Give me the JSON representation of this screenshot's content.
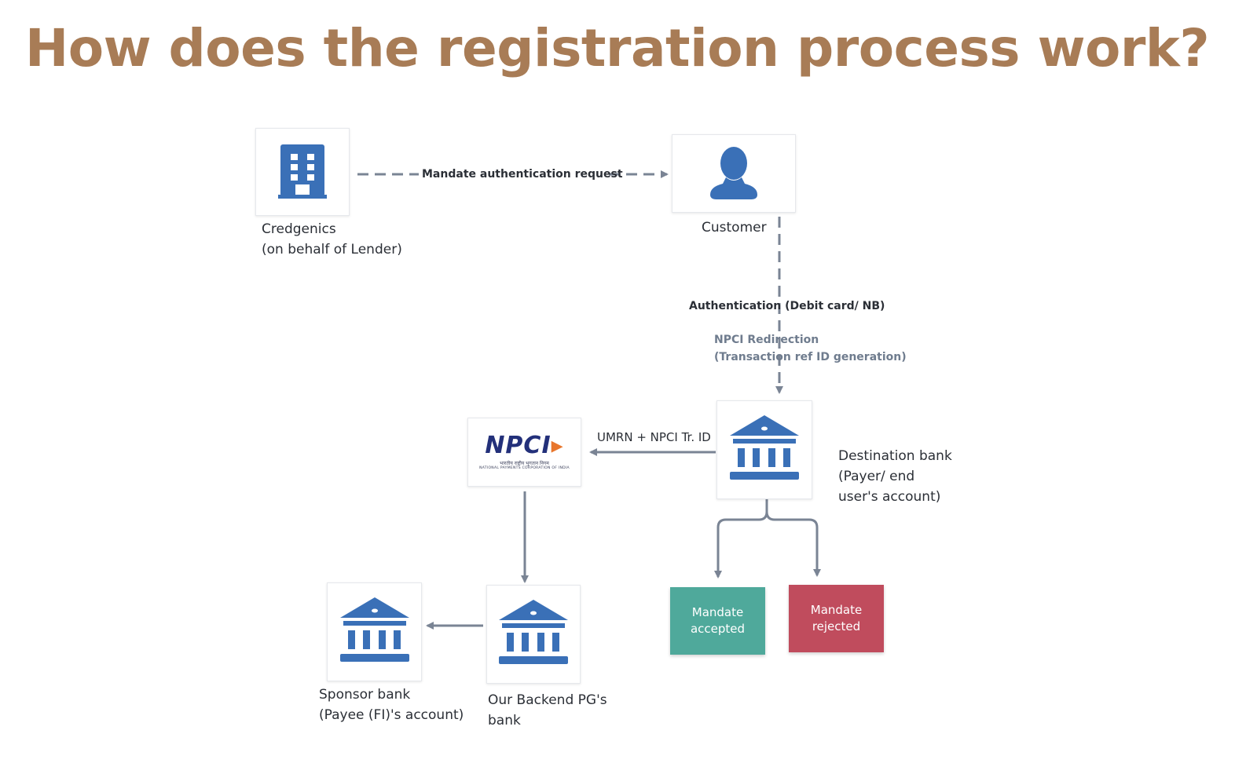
{
  "title": "How does the registration process work?",
  "colors": {
    "title": "#a87c56",
    "icon_blue": "#3a70b7",
    "connector": "#7a8494",
    "accepted": "#4fa99b",
    "rejected": "#c04c5d"
  },
  "nodes": {
    "credgenics": {
      "icon": "office-building-icon",
      "caption": [
        "Credgenics",
        "(on behalf of Lender)"
      ]
    },
    "customer": {
      "icon": "user-icon",
      "caption": [
        "Customer"
      ]
    },
    "destination_bank": {
      "icon": "bank-icon",
      "caption": [
        "Destination bank",
        "(Payer/ end",
        "user's account)"
      ]
    },
    "npci": {
      "icon": "npci-logo",
      "logo_word": "NPCI",
      "logo_sub_hindi": "भारतीय राष्ट्रीय भुगतान निगम",
      "logo_sub_english": "NATIONAL PAYMENTS CORPORATION OF INDIA"
    },
    "backend_pg_bank": {
      "icon": "bank-icon",
      "caption": [
        "Our Backend PG's",
        "bank"
      ]
    },
    "sponsor_bank": {
      "icon": "bank-icon",
      "caption": [
        "Sponsor bank",
        "(Payee (FI)'s account)"
      ]
    }
  },
  "edges": {
    "mandate_request": "Mandate authentication request",
    "authentication": "Authentication (Debit card/ NB)",
    "npci_redirection": [
      "NPCI Redirection",
      "(Transaction ref ID generation)"
    ],
    "umrn": "UMRN + NPCI Tr. ID"
  },
  "outcomes": {
    "accepted": [
      "Mandate",
      "accepted"
    ],
    "rejected": [
      "Mandate",
      "rejected"
    ]
  }
}
